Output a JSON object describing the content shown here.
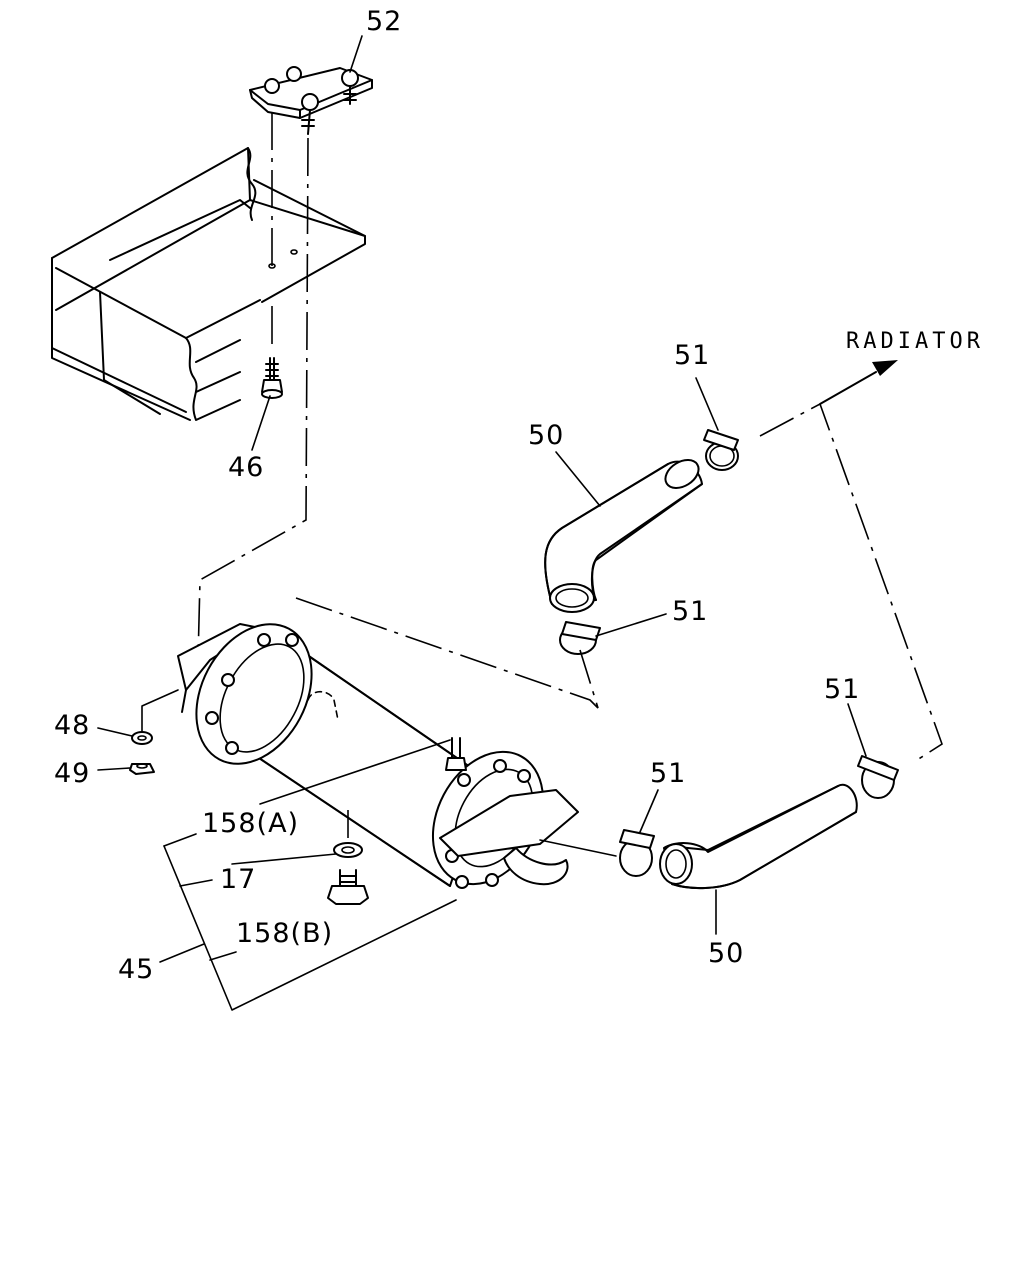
{
  "labels": {
    "p52": "52",
    "p46": "46",
    "p50_top": "50",
    "p51_a": "51",
    "p51_b": "51",
    "p51_c": "51",
    "p51_d": "51",
    "p50_bottom": "50",
    "p48": "48",
    "p49": "49",
    "p158a": "158(A)",
    "p17": "17",
    "p158b": "158(B)",
    "p45": "45",
    "radiator": "RADIATOR"
  }
}
